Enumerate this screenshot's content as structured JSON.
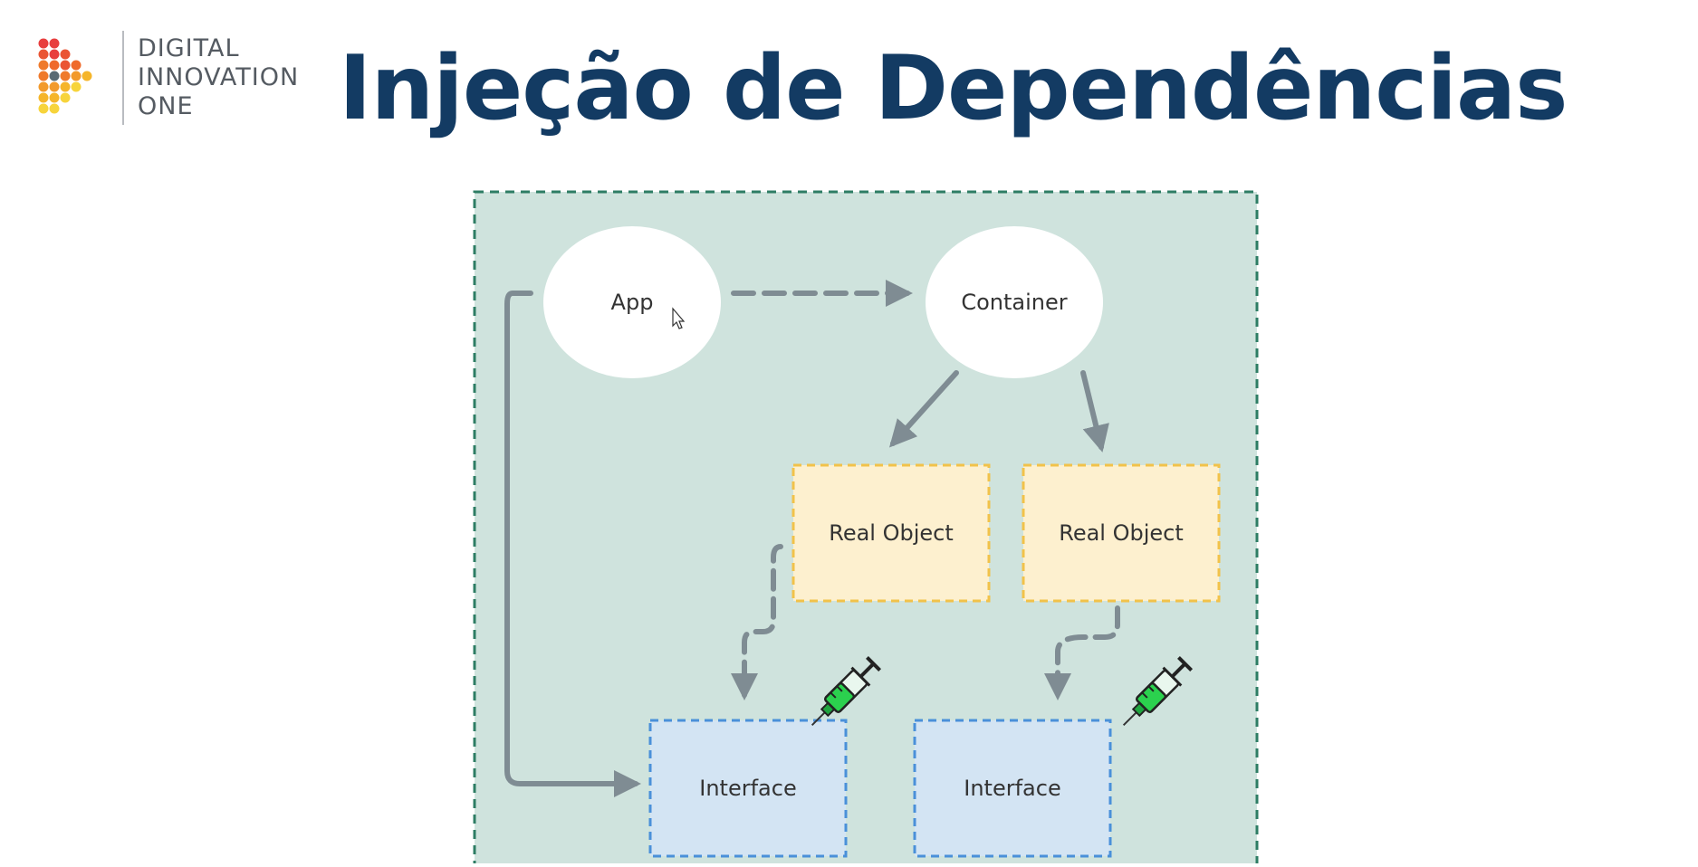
{
  "brand": {
    "logo_lines": [
      "DIGITAL",
      "INNOVATION",
      "ONE"
    ],
    "colors": [
      "#e83e3e",
      "#ef7a2b",
      "#f5b52a",
      "#f7d43b"
    ]
  },
  "title": "Injeção de Dependências",
  "diagram": {
    "nodes": {
      "app": "App",
      "container": "Container",
      "real_object_1": "Real Object",
      "real_object_2": "Real Object",
      "interface_1": "Interface",
      "interface_2": "Interface"
    },
    "colors": {
      "background": "#cfe3dd",
      "border": "#2e7d64",
      "arrow": "#7f8c93",
      "real_object_fill": "#fdf0cf",
      "real_object_border": "#f1c24a",
      "interface_fill": "#d3e4f3",
      "interface_border": "#4a90d9",
      "syringe_fluid": "#2bd14e"
    },
    "icons": [
      "syringe-icon",
      "syringe-icon"
    ]
  }
}
